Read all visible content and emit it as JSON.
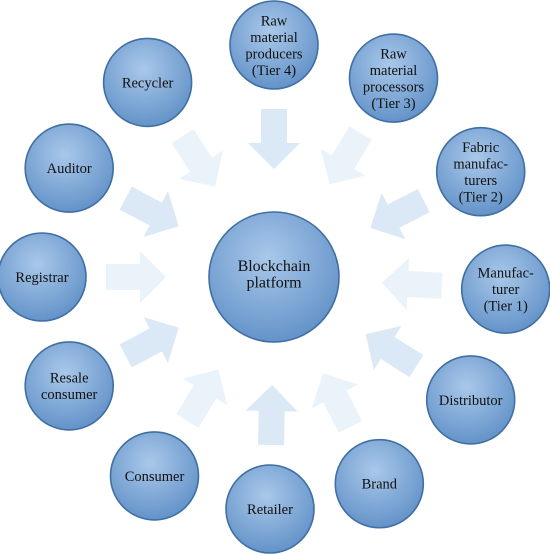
{
  "colors": {
    "node_fill_top": "#a9c8ea",
    "node_fill_bottom": "#5f8fc6",
    "node_stroke": "#3f6fa3",
    "arrow_fill": "#dbe8f5",
    "arrow_fill_light": "#eaf2fa"
  },
  "center": {
    "name": "blockchain-platform-node",
    "lines": [
      "Blockchain",
      "platform"
    ]
  },
  "nodes": [
    {
      "name": "raw-material-producers-node",
      "lines": [
        "Raw",
        "material",
        "producers",
        "(Tier 4)"
      ]
    },
    {
      "name": "raw-material-processors-node",
      "lines": [
        "Raw",
        "material",
        "processors",
        "(Tier 3)"
      ]
    },
    {
      "name": "fabric-manufacturers-node",
      "lines": [
        "Fabric",
        "manufac-",
        "turers",
        "(Tier 2)"
      ]
    },
    {
      "name": "manufacturer-node",
      "lines": [
        "Manufac-",
        "turer",
        "(Tier 1)"
      ]
    },
    {
      "name": "distributor-node",
      "lines": [
        "Distributor"
      ]
    },
    {
      "name": "brand-node",
      "lines": [
        "Brand"
      ]
    },
    {
      "name": "retailer-node",
      "lines": [
        "Retailer"
      ]
    },
    {
      "name": "consumer-node",
      "lines": [
        "Consumer"
      ]
    },
    {
      "name": "resale-consumer-node",
      "lines": [
        "Resale",
        "consumer"
      ]
    },
    {
      "name": "registrar-node",
      "lines": [
        "Registrar"
      ]
    },
    {
      "name": "auditor-node",
      "lines": [
        "Auditor"
      ]
    },
    {
      "name": "recycler-node",
      "lines": [
        "Recycler"
      ]
    }
  ]
}
